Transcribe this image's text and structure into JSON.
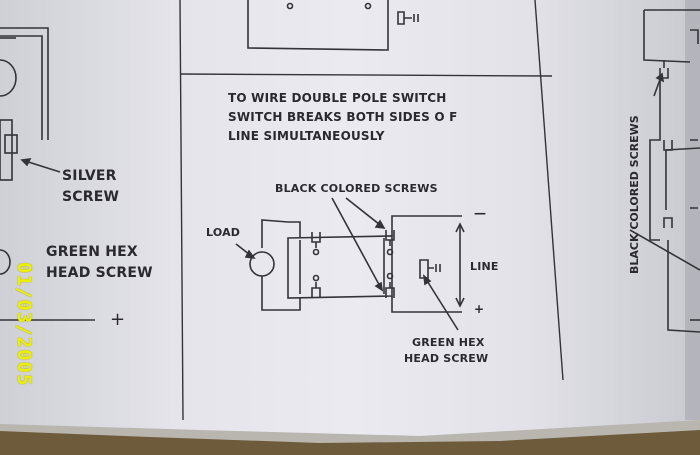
{
  "instructions": {
    "line1": "TO WIRE DOUBLE POLE SWITCH",
    "line2": "SWITCH BREAKS BOTH SIDES O F",
    "line3": "LINE SIMULTANEOUSLY"
  },
  "labels": {
    "black_screws": "BLACK COLORED  SCREWS",
    "load": "LOAD",
    "line": "LINE",
    "minus": "—",
    "plus": "+",
    "green_hex_1": "GREEN HEX",
    "green_hex_2": "HEAD SCREW",
    "left_silver_1": "SILVER",
    "left_silver_2": "SCREW",
    "left_green_1": "GREEN HEX",
    "left_green_2": "HEAD SCREW",
    "left_plus": "+",
    "right_black_vertical": "BLACK COLORED  SCREWS"
  },
  "date_stamp": "01/03/2005"
}
